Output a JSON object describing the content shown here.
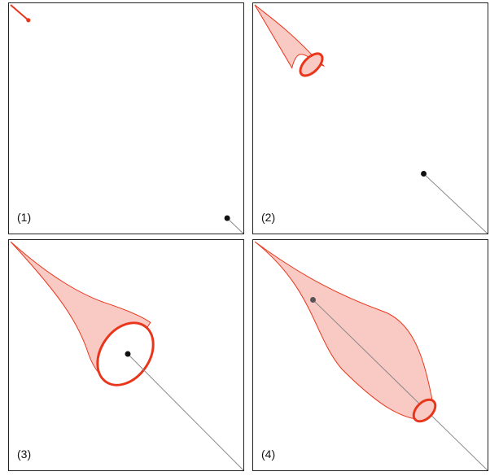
{
  "panels": [
    {
      "label": "(1)"
    },
    {
      "label": "(2)"
    },
    {
      "label": "(3)"
    },
    {
      "label": "(4)"
    }
  ],
  "colors": {
    "shape_stroke": "#e8361c",
    "shape_fill": "#f9c9c3",
    "line": "#8a8a8a",
    "point": "#111111",
    "point_faded": "#555555",
    "frame": "#222222"
  }
}
